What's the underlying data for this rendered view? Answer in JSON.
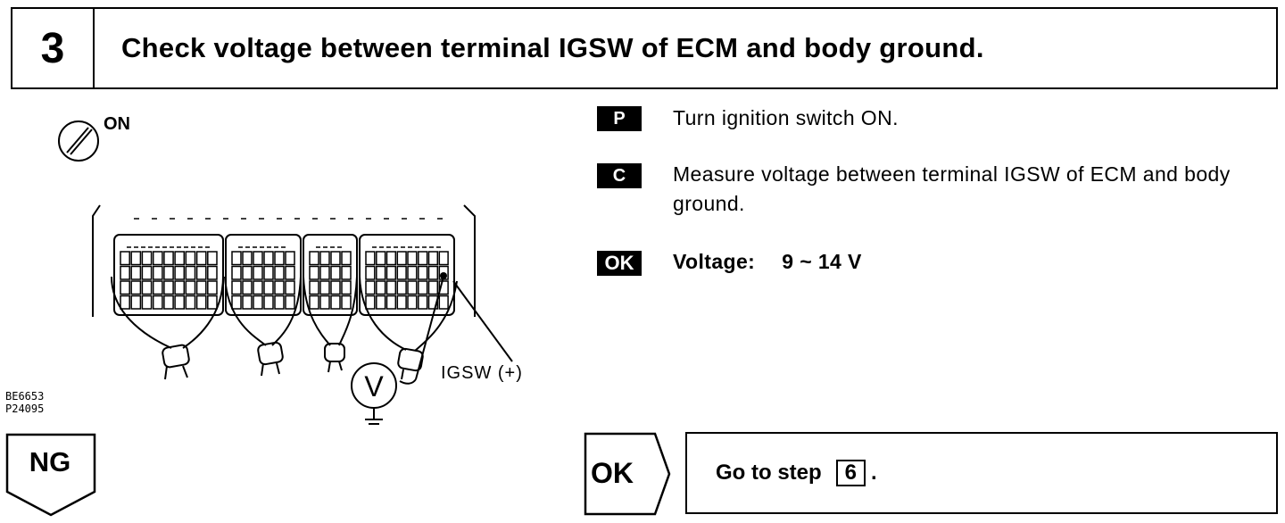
{
  "header": {
    "step_number": "3",
    "title": "Check voltage between terminal IGSW of ECM and body ground."
  },
  "diagram": {
    "switch_label": "ON",
    "meter_label": "V",
    "terminal_label": "IGSW (+)",
    "code_line1": "BE6653",
    "code_line2": "P24095"
  },
  "instructions": [
    {
      "badge": "P",
      "text": "Turn ignition switch ON."
    },
    {
      "badge": "C",
      "text": "Measure voltage between terminal IGSW of ECM and body ground."
    }
  ],
  "spec": {
    "badge": "OK",
    "label": "Voltage:",
    "value": "9 ~ 14 V"
  },
  "ng": {
    "label": "NG"
  },
  "ok": {
    "label": "OK",
    "goto_prefix": "Go to step",
    "goto_step": "6",
    "goto_suffix": "."
  }
}
